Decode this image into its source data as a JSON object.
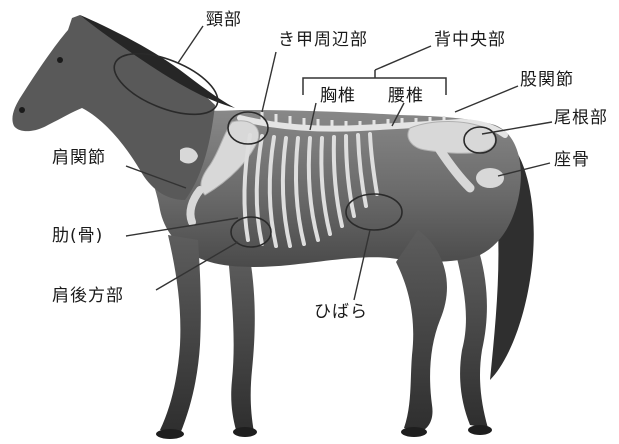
{
  "labels": {
    "neck": "頸部",
    "scapula": "き甲周辺部",
    "back_center": "背中央部",
    "thoracic": "胸椎",
    "lumbar": "腰椎",
    "hip_joint": "股関節",
    "tail_base": "尾根部",
    "ischium": "座骨",
    "shoulder_joint": "肩関節",
    "rib": "肋(骨)",
    "rear_shoulder": "肩後方部",
    "flank": "ひばら"
  },
  "colors": {
    "background": "#ffffff",
    "horse_body": "#6f6f6f",
    "horse_dark": "#3b3b3b",
    "skeleton": "#dcdcdc",
    "marker_outline": "#2a2a2a",
    "leader_line": "#333333"
  }
}
